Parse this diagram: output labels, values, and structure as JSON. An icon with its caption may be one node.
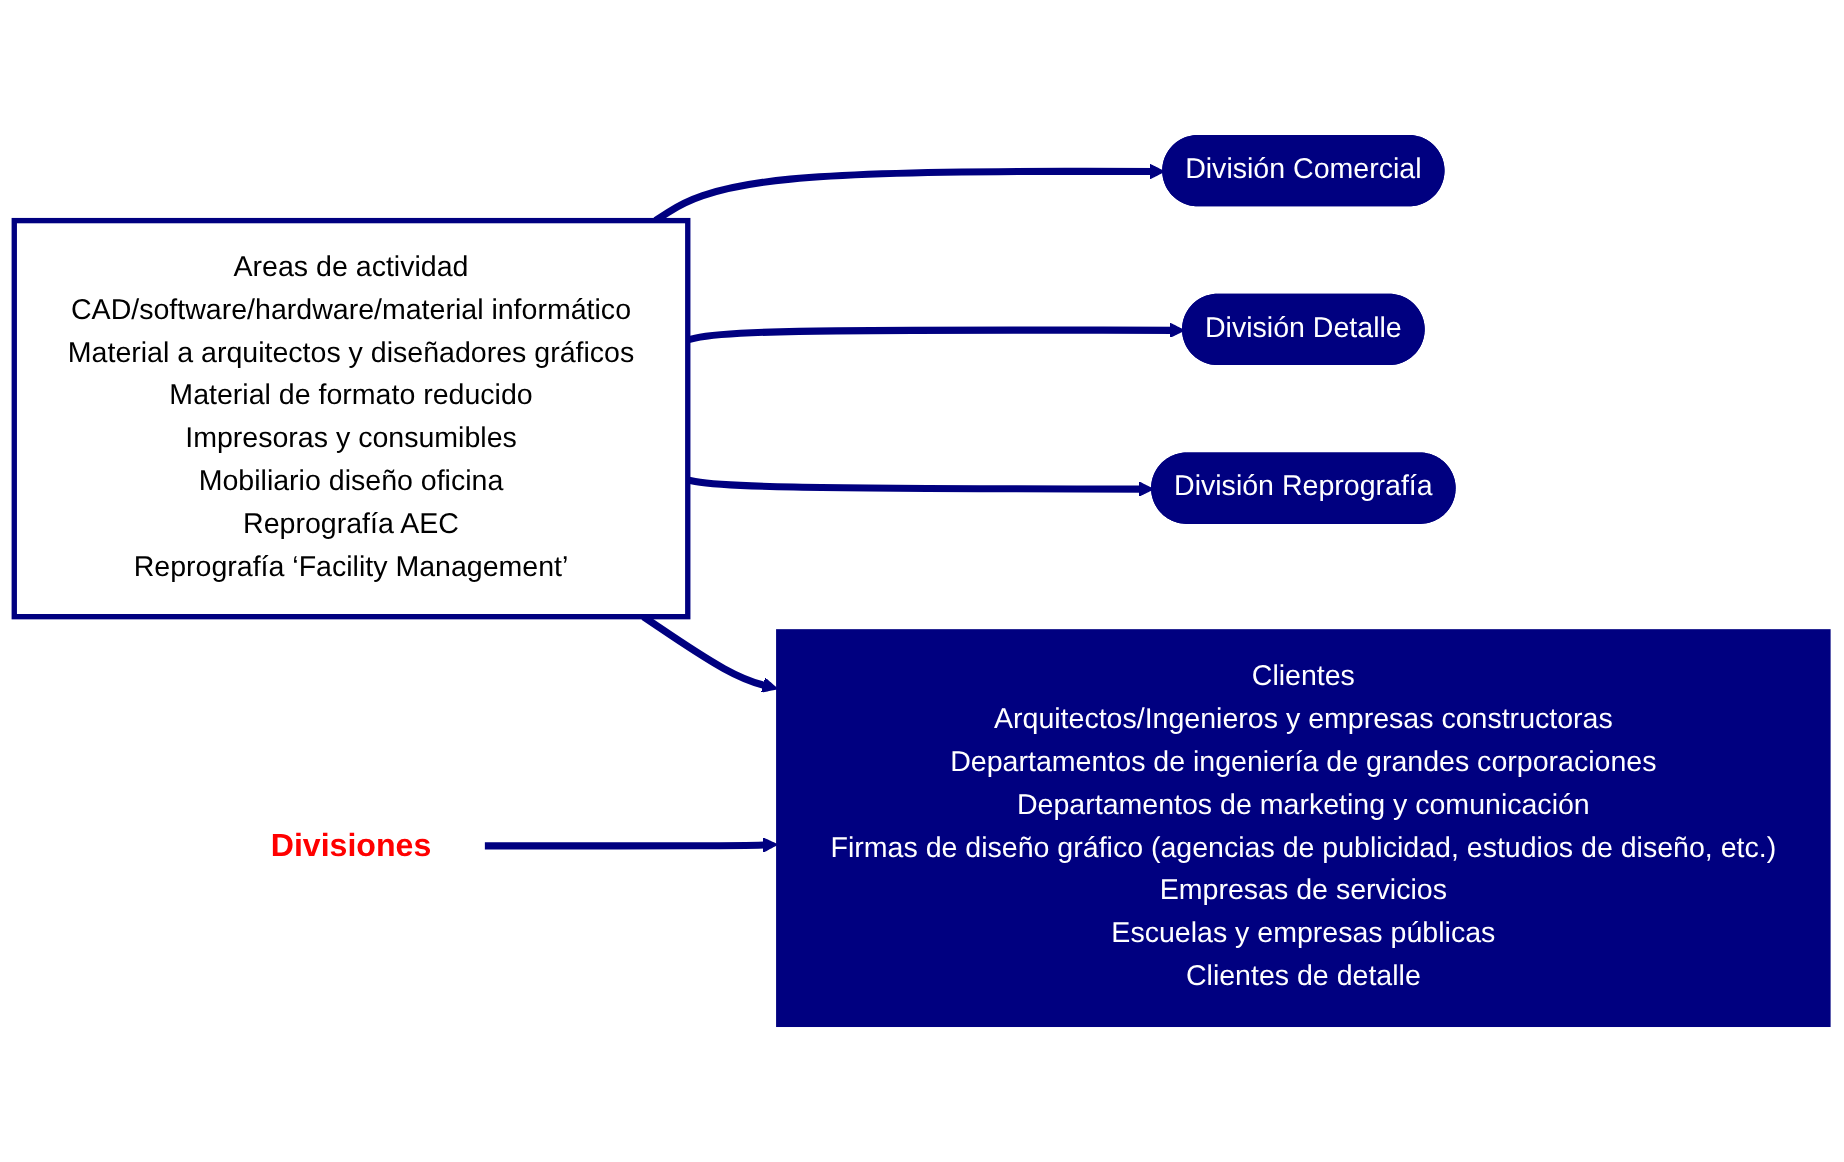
{
  "diagram": {
    "nodes": [
      {
        "text": [
          "Areas de actividad",
          "CAD/software/hardware/material informático",
          "Material a arquitectos y diseñadores gráficos",
          "Material de formato reducido",
          "Impresoras y consumibles",
          "Mobiliario diseño oficina",
          "Reprografía AEC",
          "Reprografía ‘Facility Management’"
        ]
      },
      {
        "text": [
          "División Comercial"
        ]
      },
      {
        "text": [
          "División Detalle"
        ]
      },
      {
        "text": [
          "División Reprografía"
        ]
      },
      {
        "text": [
          "Clientes",
          "Arquitectos/Ingenieros y empresas constructoras",
          "Departamentos de ingeniería de grandes corporaciones",
          "Departamentos de marketing y comunicación",
          "Firmas de diseño gráfico (agencias de publicidad, estudios de diseño, etc.)",
          "Empresas de servicios",
          "Escuelas y empresas públicas",
          "Clientes de detalle"
        ]
      },
      {
        "text": [
          "Divisiones"
        ]
      }
    ],
    "edges": [
      {
        "from": 0,
        "to": 1,
        "arrow": "to"
      },
      {
        "from": 0,
        "to": 2,
        "arrow": "to"
      },
      {
        "from": 0,
        "to": 3,
        "arrow": "to"
      },
      {
        "from": 0,
        "to": 4,
        "arrow": "to"
      },
      {
        "from": 5,
        "to": 4,
        "arrow": "to"
      }
    ]
  }
}
